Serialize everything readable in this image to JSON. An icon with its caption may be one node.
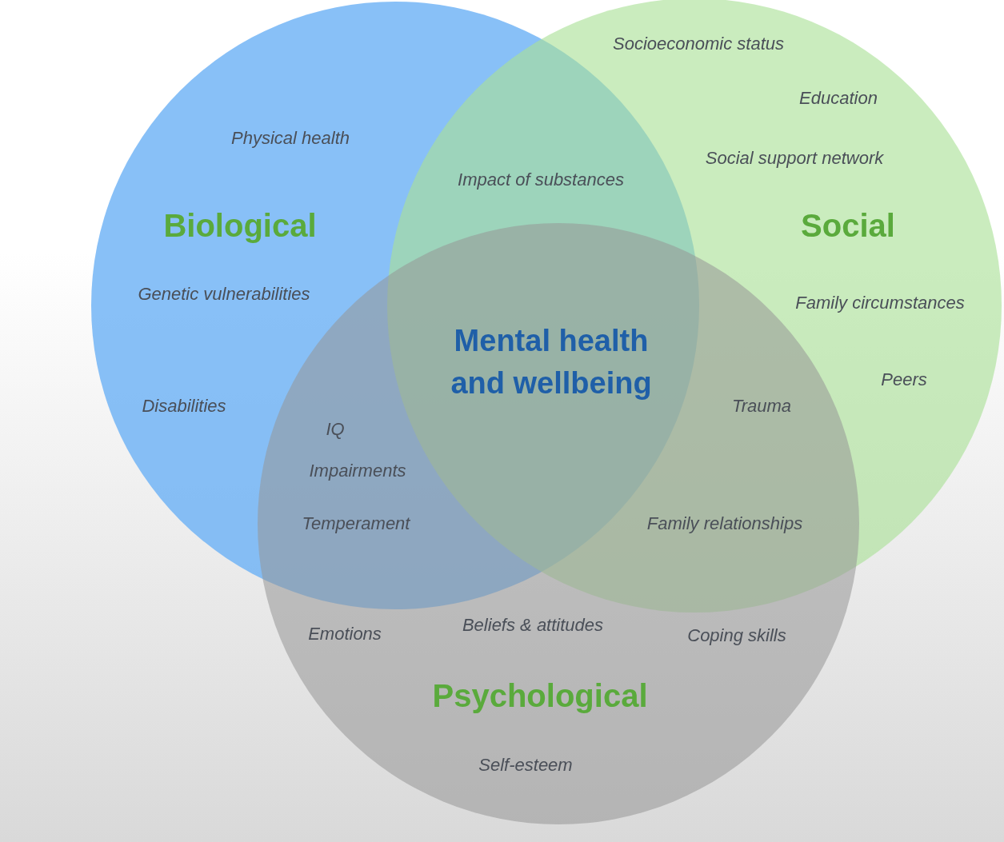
{
  "diagram": {
    "nodes": [
      {
        "text": [
          "Biological"
        ]
      },
      {
        "text": [
          "Social"
        ]
      },
      {
        "text": [
          "Psychological"
        ]
      }
    ],
    "labels": [
      "Socioeconomic status",
      "Education",
      "Physical health",
      "Social support network",
      "Impact of substances",
      "Genetic vulnerabilities",
      "Family circumstances",
      "Mental health and wellbeing",
      "Peers",
      "Disabilities",
      "Trauma",
      "IQ",
      "Impairments",
      "Temperament",
      "Family relationships",
      "Beliefs & attitudes",
      "Emotions",
      "Coping skills",
      "Self-esteem"
    ]
  }
}
